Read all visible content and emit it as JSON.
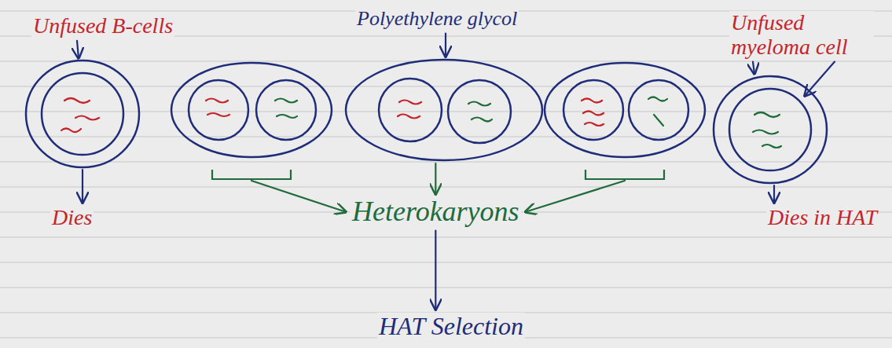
{
  "diagram": {
    "labels": [
      "Polyethylene glycol",
      "Unfused B-cells",
      "Unfused myeloma cell",
      "Dies",
      "Heterokaryons",
      "Dies in HAT",
      "HAT Selection"
    ]
  }
}
